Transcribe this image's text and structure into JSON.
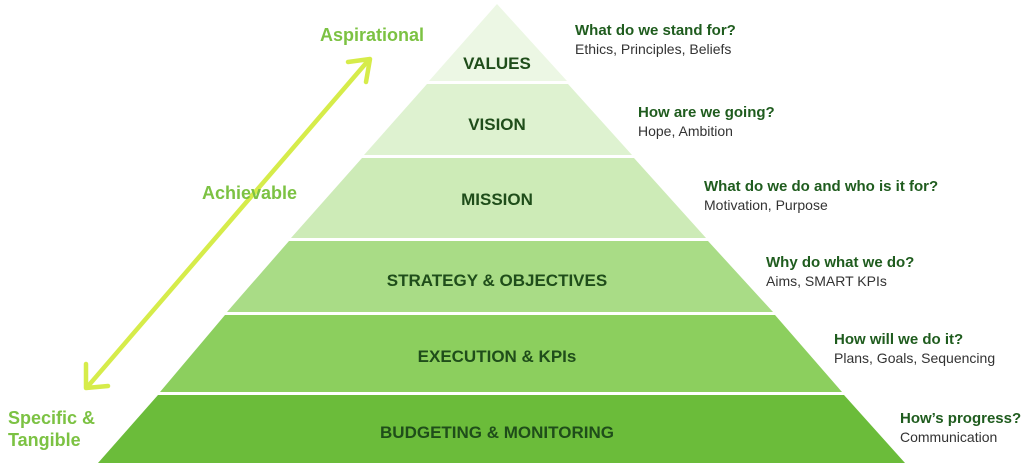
{
  "pyramid": {
    "levels": [
      {
        "label": "VALUES",
        "question": "What do we stand for?",
        "detail": "Ethics, Principles, Beliefs",
        "color": "#ecf7e4"
      },
      {
        "label": "VISION",
        "question": "How are we going?",
        "detail": "Hope, Ambition",
        "color": "#def2d0"
      },
      {
        "label": "MISSION",
        "question": "What do we do and who is it for?",
        "detail": "Motivation, Purpose",
        "color": "#cdebb7"
      },
      {
        "label": "STRATEGY & OBJECTIVES",
        "question": "Why do what we do?",
        "detail": "Aims, SMART KPIs",
        "color": "#a9dc86"
      },
      {
        "label": "EXECUTION & KPIs",
        "question": "How will we do it?",
        "detail": "Plans, Goals, Sequencing",
        "color": "#8ccf5e"
      },
      {
        "label": "BUDGETING & MONITORING",
        "question": "How’s progress?",
        "detail": "Communication",
        "color": "#6bbc3a"
      }
    ]
  },
  "scale": {
    "top_label": "Aspirational",
    "middle_label": "Achievable",
    "bottom_label_line1": "Specific &",
    "bottom_label_line2": "Tangible",
    "arrow_color": "#d6ec4a",
    "text_color": "#7cc243"
  }
}
